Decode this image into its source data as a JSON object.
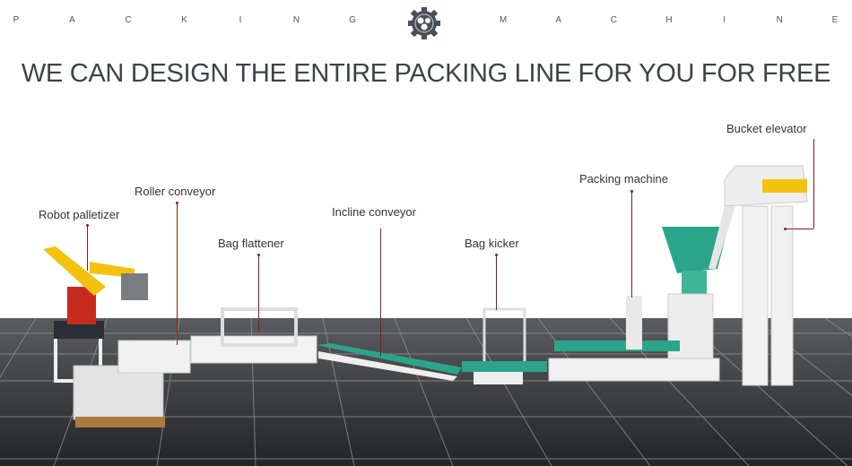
{
  "header": {
    "left_letters": [
      "P",
      "A",
      "C",
      "K",
      "I",
      "N",
      "G"
    ],
    "right_letters": [
      "M",
      "A",
      "C",
      "H",
      "I",
      "N",
      "E"
    ],
    "logo": "gear-logo-icon"
  },
  "title": "WE CAN DESIGN THE ENTIRE PACKING LINE FOR YOU FOR FREE",
  "labels": {
    "robot_palletizer": "Robot palletizer",
    "roller_conveyor": "Roller conveyor",
    "bag_flattener": "Bag flattener",
    "incline_conveyor": "Incline conveyor",
    "bag_kicker": "Bag kicker",
    "packing_machine": "Packing machine",
    "bucket_elevator": "Bucket elevator"
  },
  "colors": {
    "leader": "#8b1d1d",
    "robot": "#f2c20f",
    "packing": "#2aa58a",
    "floor": "#3a3b3d"
  }
}
